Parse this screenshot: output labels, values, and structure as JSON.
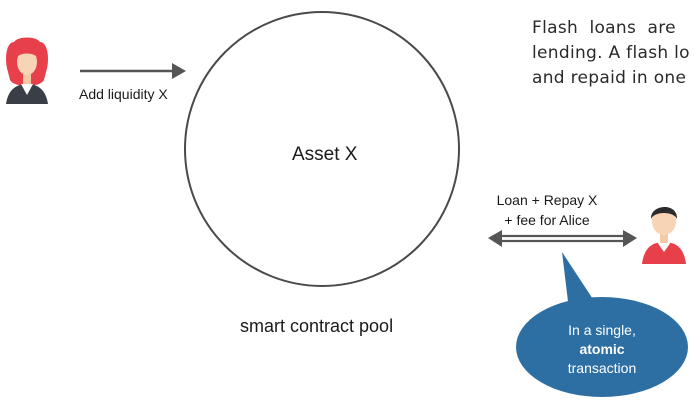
{
  "intro_lines": [
    "Flash  loans  are",
    "lending. A flash lo",
    "and repaid in one"
  ],
  "alice": {
    "action_label": "Add liquidity X"
  },
  "pool": {
    "title": "Asset X",
    "caption": "smart contract pool"
  },
  "borrower": {
    "label_line1": "Loan + Repay X",
    "label_line2": "+ fee for Alice"
  },
  "bubble": {
    "line1": "In a single,",
    "line2_bold": "atomic",
    "line3": "transaction"
  },
  "colors": {
    "bubble_fill": "#2e6fa3",
    "alice_hair": "#e8404a",
    "borrower_shirt": "#e8404a",
    "arrow": "#555555"
  }
}
